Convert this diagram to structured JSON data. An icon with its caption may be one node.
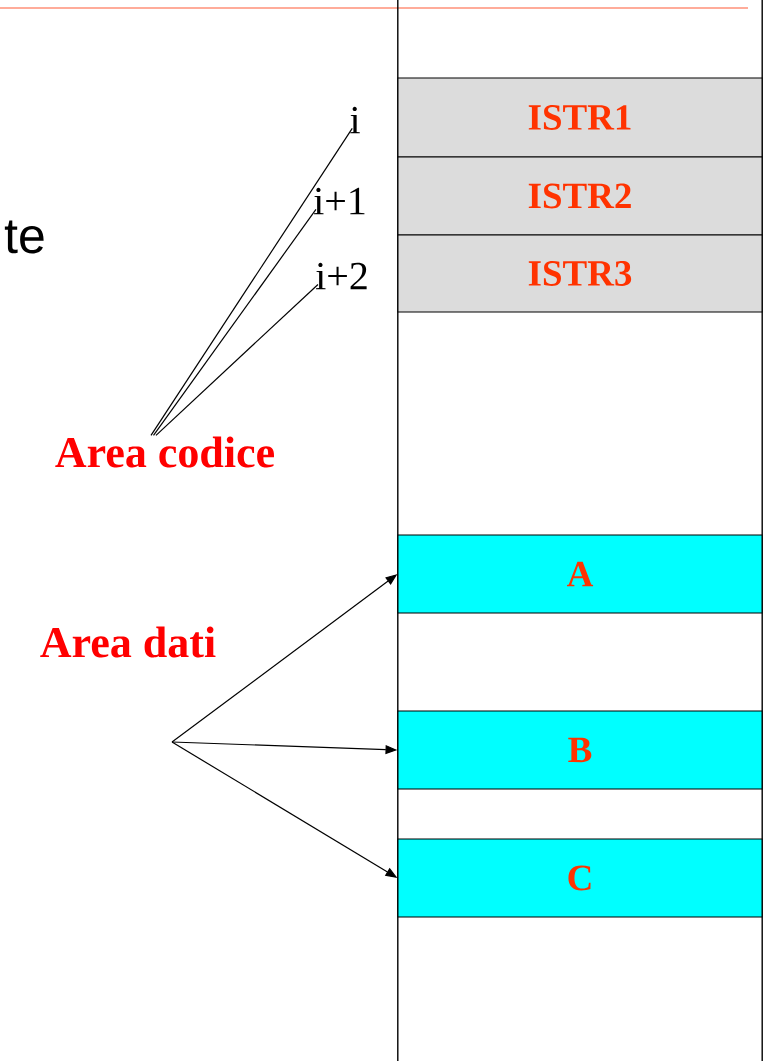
{
  "diagram": {
    "nodes": [
      {
        "text": [],
        "shape": "box"
      },
      {
        "text": [
          "ISTR1"
        ],
        "in": 0
      },
      {
        "text": [
          "ISTR2"
        ],
        "in": 0
      },
      {
        "text": [
          "ISTR3"
        ],
        "in": 0
      },
      {
        "text": [
          "A"
        ],
        "in": 0
      },
      {
        "text": [
          "B"
        ],
        "in": 0
      },
      {
        "text": [
          "C"
        ],
        "in": 0
      },
      {
        "text": [
          "i"
        ]
      },
      {
        "text": [
          "i+1"
        ]
      },
      {
        "text": [
          "i+2"
        ]
      },
      {
        "text": [
          "Area codice"
        ]
      }
    ],
    "edges": [
      {
        "from": 10,
        "to": 7,
        "arrow": "none"
      },
      {
        "from": 10,
        "to": 8,
        "arrow": "none"
      },
      {
        "from": 10,
        "to": 9,
        "arrow": "none"
      },
      {
        "from": null,
        "to": 4,
        "arrow": "to"
      },
      {
        "from": null,
        "to": 5,
        "arrow": "to"
      },
      {
        "from": null,
        "to": 6,
        "arrow": "to"
      }
    ],
    "labels": [
      "te",
      "Area dati"
    ]
  }
}
